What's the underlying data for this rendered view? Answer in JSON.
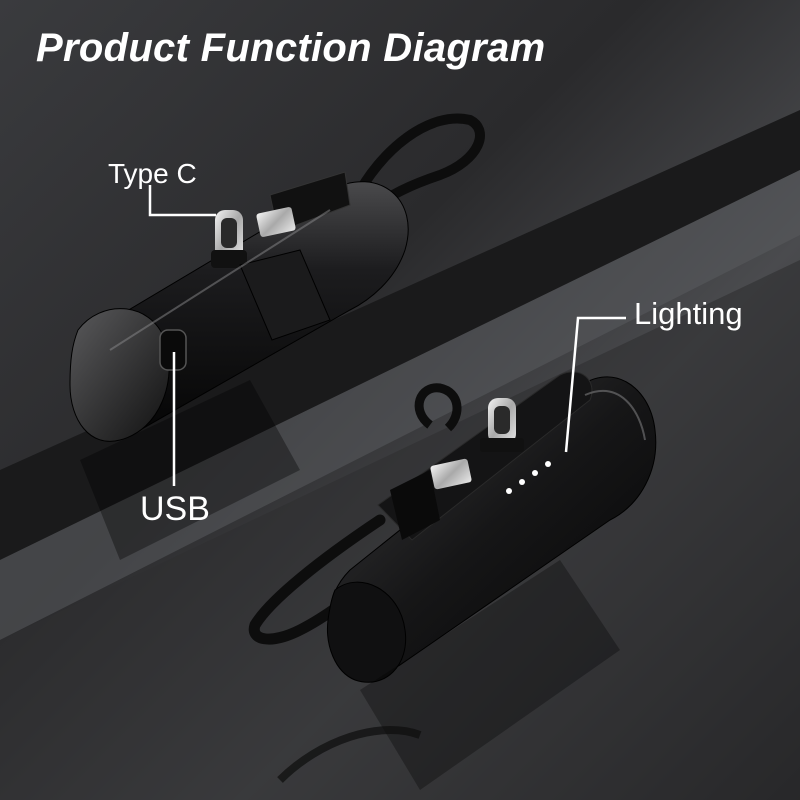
{
  "diagram": {
    "title": "Product Function Diagram",
    "labels": {
      "type_c": "Type C",
      "lighting": "Lighting",
      "usb": "USB"
    }
  }
}
